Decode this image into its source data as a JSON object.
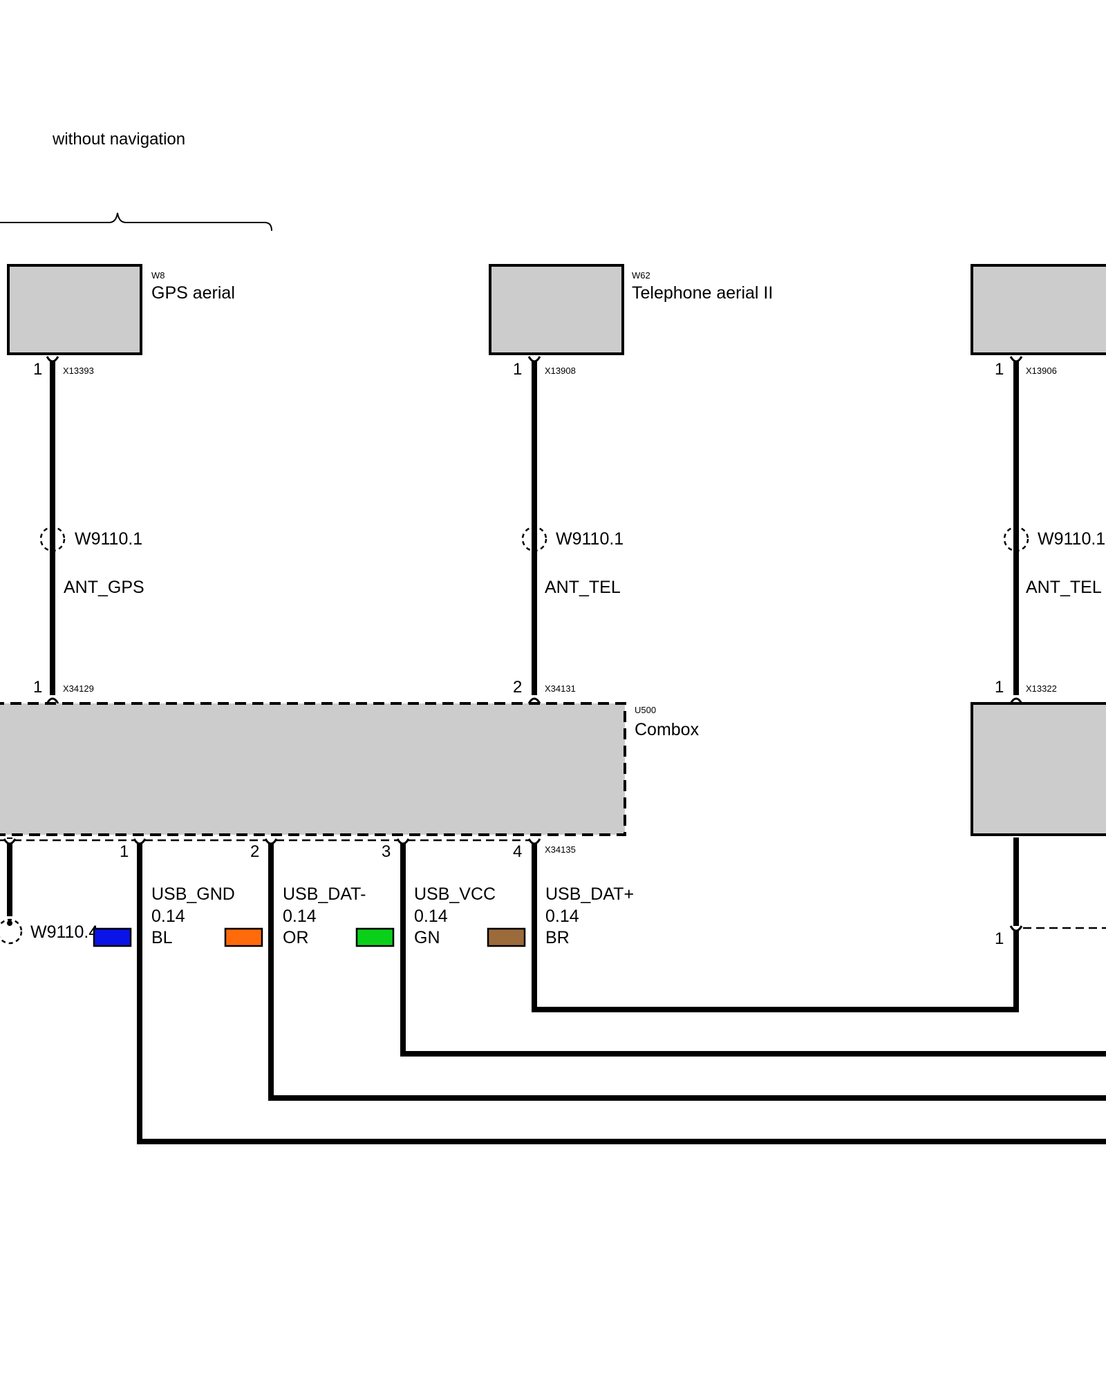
{
  "note": "without navigation",
  "components": {
    "gps_aerial": {
      "id": "W8",
      "name": "GPS aerial"
    },
    "telephone_aerial": {
      "id": "W62",
      "name": "Telephone aerial II"
    },
    "combox": {
      "id": "U500",
      "name": "Combox"
    }
  },
  "connectors": {
    "gps_top": {
      "pin": "1",
      "id": "X13393"
    },
    "tel_top": {
      "pin": "1",
      "id": "X13908"
    },
    "right_top": {
      "pin": "1",
      "id": "X13906"
    },
    "combox_gps": {
      "pin": "1",
      "id": "X34129"
    },
    "combox_tel": {
      "pin": "2",
      "id": "X34131"
    },
    "right_module": {
      "pin": "1",
      "id": "X13322"
    },
    "combox_usb": {
      "id": "X34135"
    },
    "right_lower": {
      "pin": "1"
    }
  },
  "wires": {
    "gps": {
      "harness": "W9110.1",
      "signal": "ANT_GPS"
    },
    "tel": {
      "harness": "W9110.1",
      "signal": "ANT_TEL"
    },
    "right": {
      "harness": "W9110.1",
      "signal": "ANT_TEL"
    },
    "left_usb": {
      "harness": "W9110.4"
    }
  },
  "usb_lines": [
    {
      "pin": "1",
      "signal": "USB_GND",
      "size": "0.14",
      "color_code": "BL",
      "color": "#0a14e6"
    },
    {
      "pin": "2",
      "signal": "USB_DAT-",
      "size": "0.14",
      "color_code": "OR",
      "color": "#ff6a0a"
    },
    {
      "pin": "3",
      "signal": "USB_VCC",
      "size": "0.14",
      "color_code": "GN",
      "color": "#0bd01a"
    },
    {
      "pin": "4",
      "signal": "USB_DAT+",
      "size": "0.14",
      "color_code": "BR",
      "color": "#9c6b3b"
    }
  ]
}
